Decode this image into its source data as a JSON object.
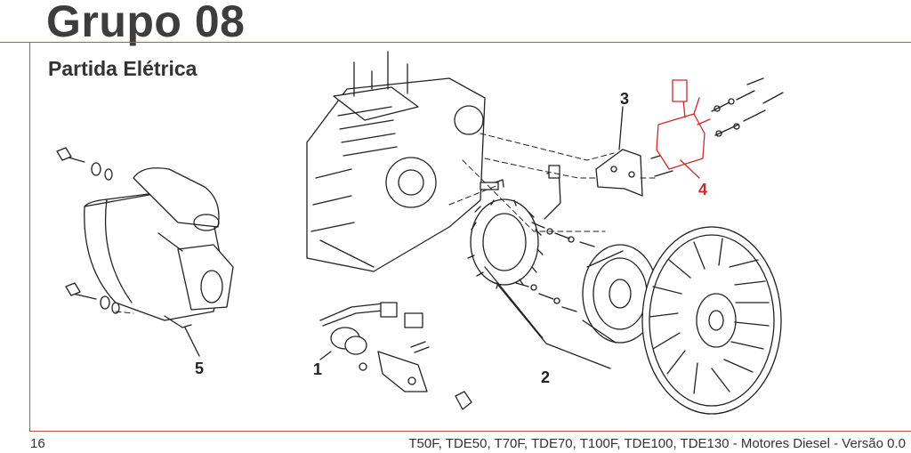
{
  "header": {
    "title": "Grupo 08",
    "subtitle": "Partida Elétrica"
  },
  "footer": {
    "page_number": "16",
    "text": "T50F, TDE50, T70F, TDE70, T100F, TDE100, TDE130 - Motores Diesel  - Versão 0.0"
  },
  "callouts": {
    "c1": "1",
    "c2": "2",
    "c3": "3",
    "c4": "4",
    "c5": "5"
  },
  "colors": {
    "accent": "#c0504d",
    "highlight": "#d0282a",
    "text": "#333333"
  }
}
